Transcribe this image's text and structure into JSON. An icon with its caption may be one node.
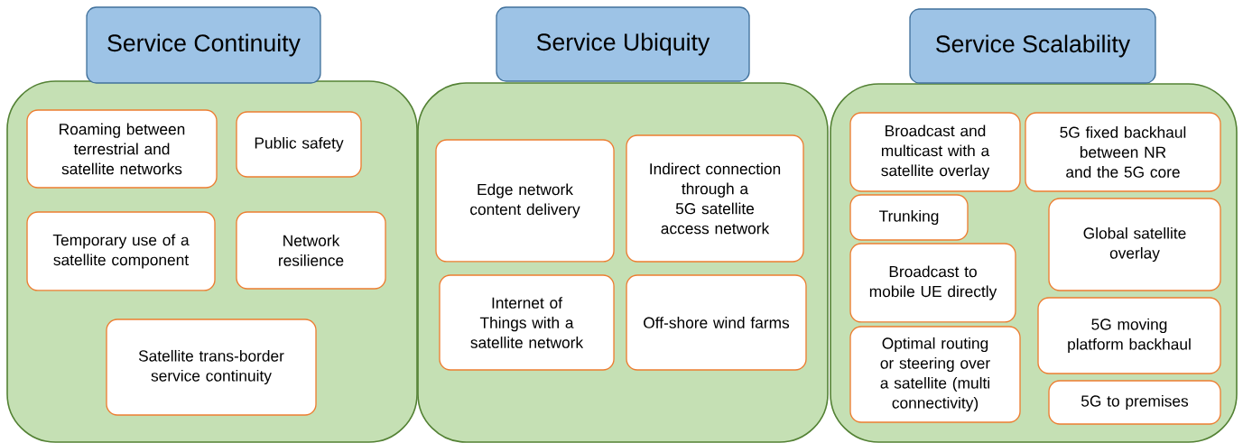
{
  "diagram": {
    "nodes": [
      {
        "text": [
          "Service Continuity"
        ]
      },
      {
        "text": [
          "Roaming between terrestrial and satellite networks"
        ],
        "in": 0
      },
      {
        "text": [
          "Public safety"
        ],
        "in": 0
      },
      {
        "text": [
          "Temporary use of a satellite component"
        ],
        "in": 0
      },
      {
        "text": [
          "Network resilience"
        ],
        "in": 0
      },
      {
        "text": [
          "Satellite trans-border service continuity"
        ],
        "in": 0
      },
      {
        "text": [
          "Service Ubiquity"
        ]
      },
      {
        "text": [
          "Edge network content delivery"
        ],
        "in": 6
      },
      {
        "text": [
          "Indirect connection through a 5G satellite access network"
        ],
        "in": 6
      },
      {
        "text": [
          "Internet of Things with a satellite network"
        ],
        "in": 6
      },
      {
        "text": [
          "Off-shore wind farms"
        ],
        "in": 6
      },
      {
        "text": [
          "Service Scalability"
        ]
      },
      {
        "text": [
          "Broadcast and multicast with a satellite overlay"
        ],
        "in": 11
      },
      {
        "text": [
          "5G fixed backhaul between NR and the 5G core"
        ],
        "in": 11
      },
      {
        "text": [
          "Trunking"
        ],
        "in": 11
      },
      {
        "text": [
          "Global satellite overlay"
        ],
        "in": 11
      },
      {
        "text": [
          "Broadcast to mobile UE directly"
        ],
        "in": 11
      },
      {
        "text": [
          "5G moving platform backhaul"
        ],
        "in": 11
      },
      {
        "text": [
          "Optimal routing or steering over a satellite (multi connectivity)"
        ],
        "in": 11
      },
      {
        "text": [
          "5G to premises"
        ],
        "in": 11
      }
    ]
  }
}
